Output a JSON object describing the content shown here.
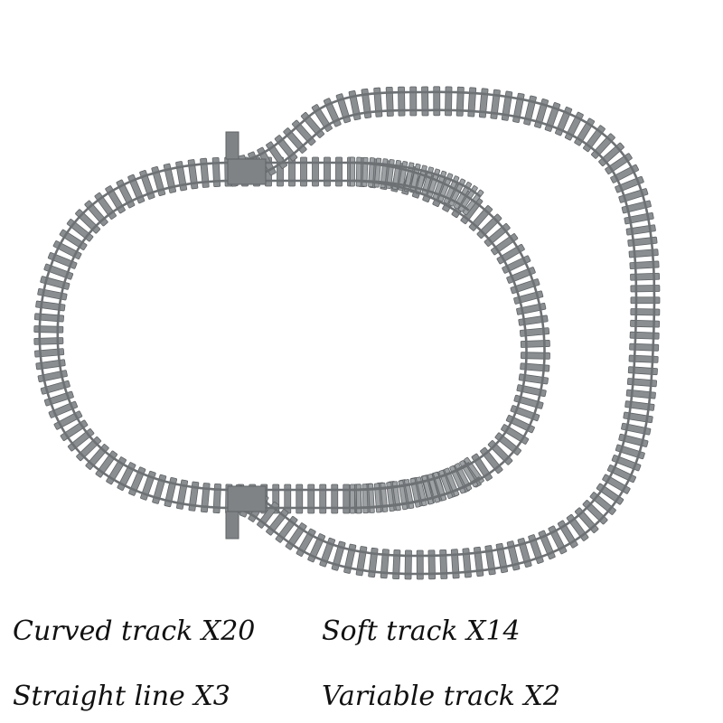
{
  "legend": {
    "curved_track": "Curved track X20",
    "soft_track": "Soft track X14",
    "straight_line": "Straight line X3",
    "variable_track": "Variable track X2"
  },
  "colors": {
    "background": "#ffffff",
    "sleeper": "#8a8e91",
    "sleeper_edge": "#5f6366",
    "rail": "#6d7174",
    "flex_sleeper": "#9da1a4",
    "switch_body": "#7f8386",
    "label_text": "#111111"
  }
}
